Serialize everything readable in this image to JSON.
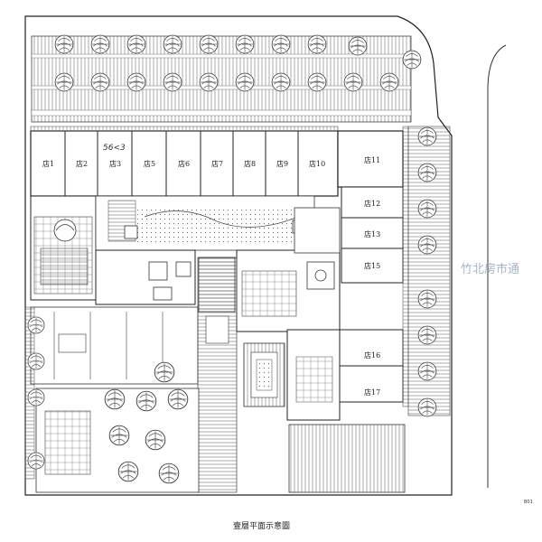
{
  "shops_top": [
    {
      "id": "shop-1",
      "label": "店1"
    },
    {
      "id": "shop-2",
      "label": "店2"
    },
    {
      "id": "shop-3",
      "label": "店3"
    },
    {
      "id": "shop-5",
      "label": "店5"
    },
    {
      "id": "shop-6",
      "label": "店6"
    },
    {
      "id": "shop-7",
      "label": "店7"
    },
    {
      "id": "shop-8",
      "label": "店8"
    },
    {
      "id": "shop-9",
      "label": "店9"
    },
    {
      "id": "shop-10",
      "label": "店10"
    }
  ],
  "shops_right": [
    {
      "id": "shop-11",
      "label": "店11"
    },
    {
      "id": "shop-12",
      "label": "店12"
    },
    {
      "id": "shop-13",
      "label": "店13"
    },
    {
      "id": "shop-15",
      "label": "店15"
    },
    {
      "id": "shop-16",
      "label": "店16"
    },
    {
      "id": "shop-17",
      "label": "店17"
    }
  ],
  "watermark": "竹北房市通",
  "caption": "壹層平面示意圖",
  "handwriting": "56<3",
  "corner_note": "B01",
  "colors": {
    "line": "#333333",
    "tree": "#555555",
    "watermark": "#8a9ab0"
  }
}
